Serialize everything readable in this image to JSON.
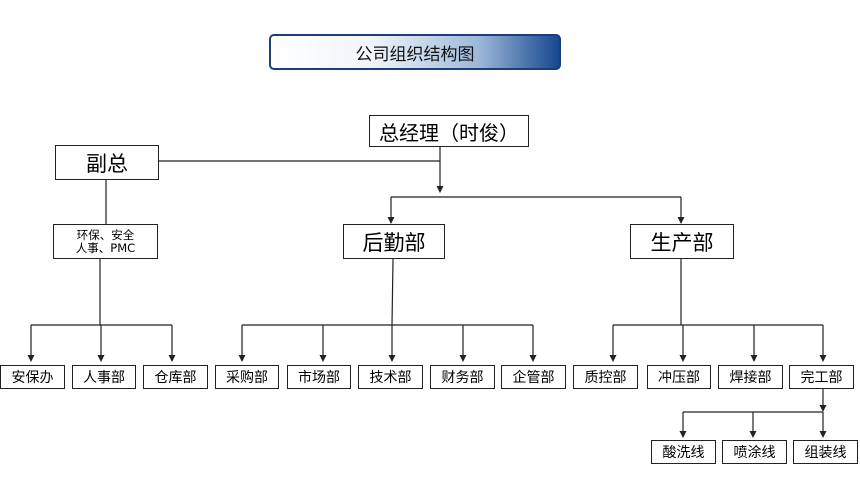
{
  "title": "公司组织结构图",
  "general_manager": "总经理（时俊）",
  "deputy": "副总",
  "deputy_scope": [
    "环保、安全",
    "人事、PMC"
  ],
  "divisions": {
    "logistics": "后勤部",
    "production": "生产部"
  },
  "departments": {
    "deputy": [
      "安保办",
      "人事部",
      "仓库部"
    ],
    "logistics": [
      "采购部",
      "市场部",
      "技术部",
      "财务部",
      "企管部"
    ],
    "production": [
      "质控部",
      "冲压部",
      "焊接部",
      "完工部"
    ]
  },
  "lines": [
    "酸洗线",
    "喷涂线",
    "组装线"
  ]
}
